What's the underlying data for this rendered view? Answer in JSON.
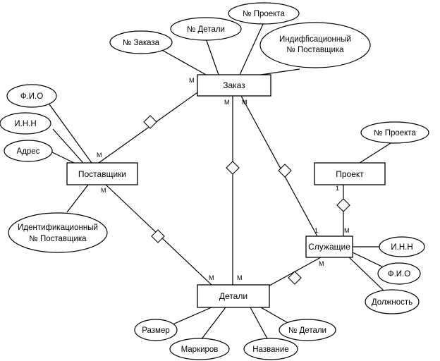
{
  "entities": {
    "order": "Заказ",
    "suppliers": "Поставщики",
    "parts": "Детали",
    "project": "Проект",
    "employees": "Служащие"
  },
  "attributes": {
    "order_no": "№ Заказа",
    "order_part_no": "№ Детали",
    "order_project_no": "№ Проекта",
    "order_supplier_id_line1": "Индифficационный",
    "order_supplier_id_line2": "№ Поставщика",
    "supplier_fio": "Ф.И.О",
    "supplier_inn": "И.Н.Н",
    "supplier_address": "Адрес",
    "supplier_id_line1": "Идентификационный",
    "supplier_id_line2": "№ Поставщика",
    "project_no": "№ Проекта",
    "employee_inn": "И.Н.Н",
    "employee_fio": "Ф.И.О",
    "employee_position": "Должность",
    "part_size": "Размер",
    "part_marking": "Маркиров",
    "part_name": "Название",
    "part_no": "№ Детали"
  },
  "cardinalities": {
    "order_top": "М",
    "order_left": "М",
    "order_right": "М",
    "suppliers_top": "М",
    "suppliers_bottom": "М",
    "parts_left": "М",
    "parts_right": "М",
    "project_bottom": "1",
    "employees_top": "М",
    "employees_left": "1",
    "employees_bottom": "М"
  }
}
